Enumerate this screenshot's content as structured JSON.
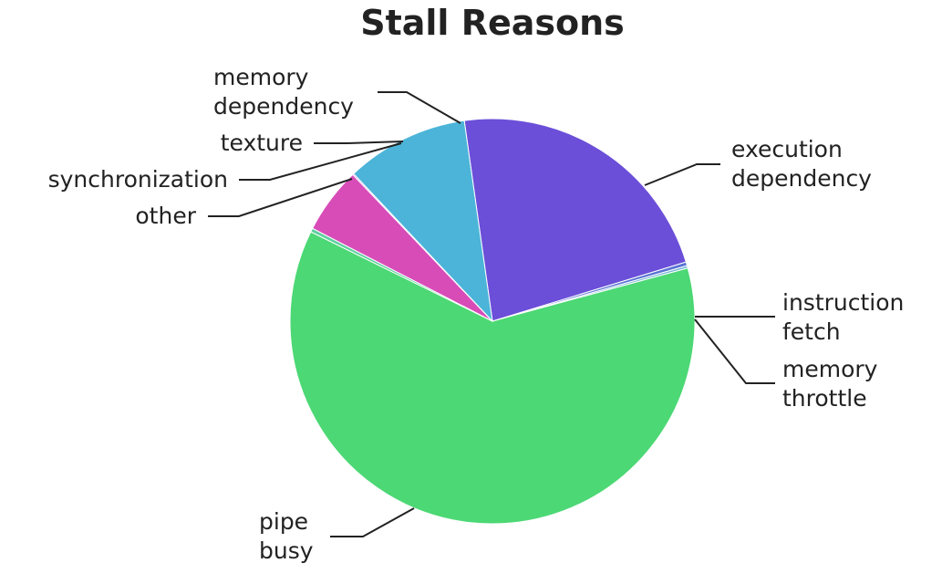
{
  "chart_data": {
    "type": "pie",
    "title": "Stall Reasons",
    "legend": "none",
    "slices": [
      {
        "name": "execution dependency",
        "label_lines": [
          "execution",
          "dependency"
        ],
        "value": 22.5,
        "color": "#6b4fd8"
      },
      {
        "name": "instruction fetch",
        "label_lines": [
          "instruction",
          "fetch"
        ],
        "value": 0.3,
        "color": "#5a74d4"
      },
      {
        "name": "memory throttle",
        "label_lines": [
          "memory",
          "throttle"
        ],
        "value": 0.2,
        "color": "#7ab8d6"
      },
      {
        "name": "pipe busy",
        "label_lines": [
          "pipe",
          "busy"
        ],
        "value": 61.5,
        "color": "#4cd874"
      },
      {
        "name": "other",
        "label_lines": [
          "other"
        ],
        "value": 0.3,
        "color": "#5fd0a0"
      },
      {
        "name": "synchronization",
        "label_lines": [
          "synchronization"
        ],
        "value": 5.3,
        "color": "#d84cb8"
      },
      {
        "name": "texture",
        "label_lines": [
          "texture"
        ],
        "value": 0.1,
        "color": "#c84cc8"
      },
      {
        "name": "memory dependency",
        "label_lines": [
          "memory",
          "dependency"
        ],
        "value": 9.8,
        "color": "#4cb4d8"
      }
    ]
  }
}
